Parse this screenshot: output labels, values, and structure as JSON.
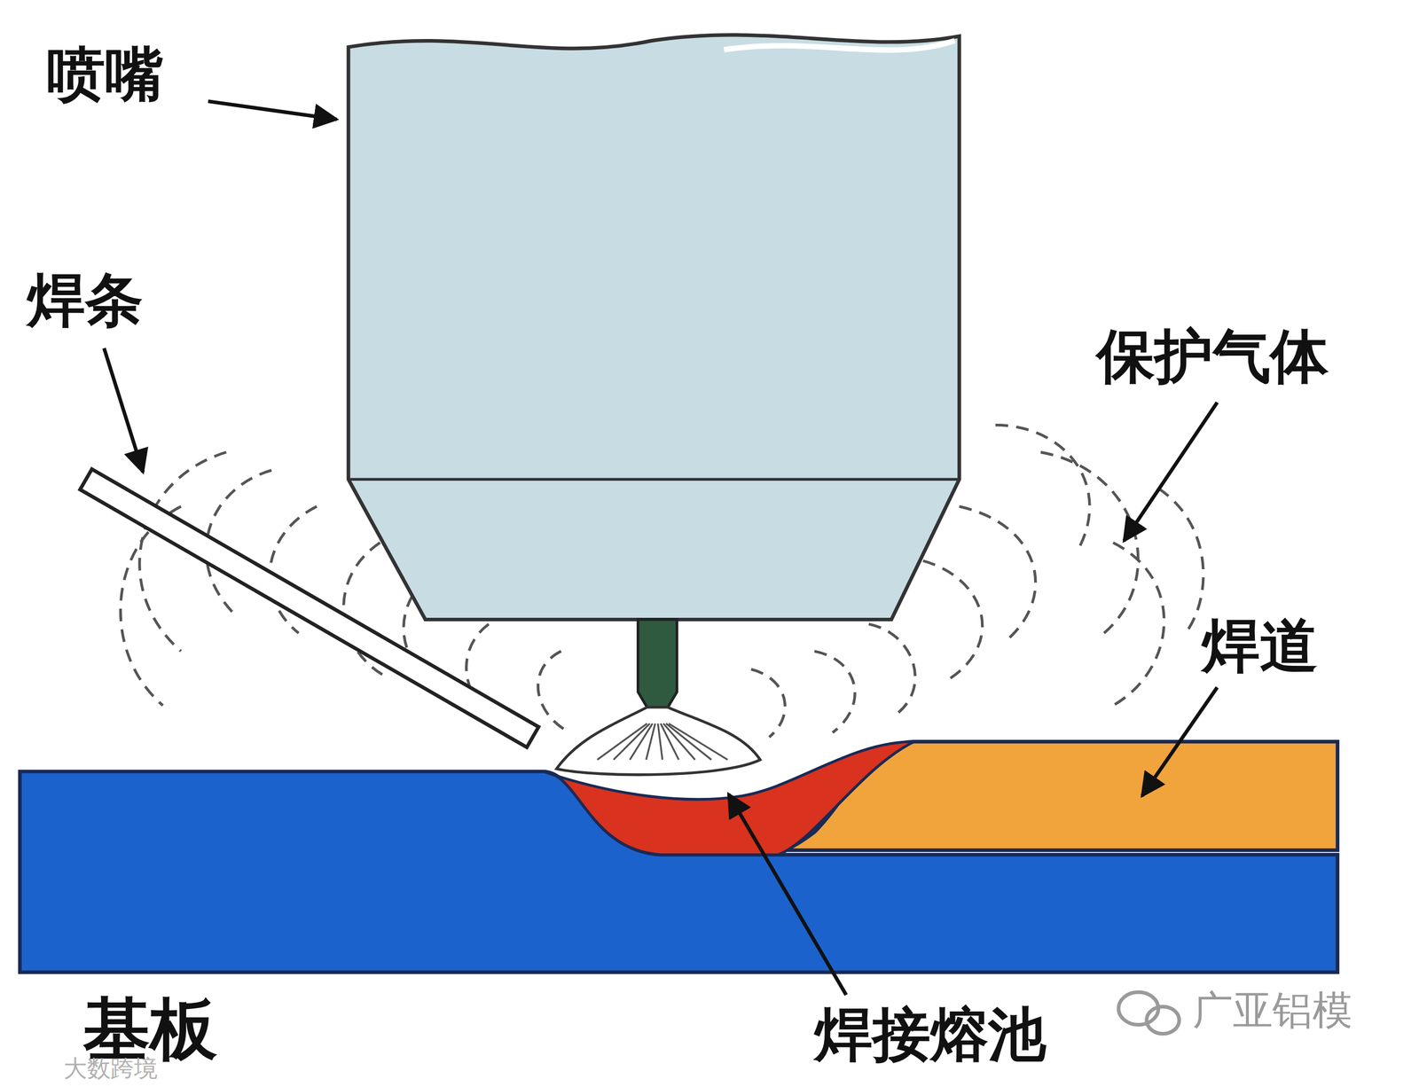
{
  "diagram": {
    "labels": [
      "喷嘴",
      "焊条",
      "保护气体",
      "焊道",
      "基板",
      "焊接熔池",
      "广亚铝模",
      "大数跨境"
    ]
  }
}
